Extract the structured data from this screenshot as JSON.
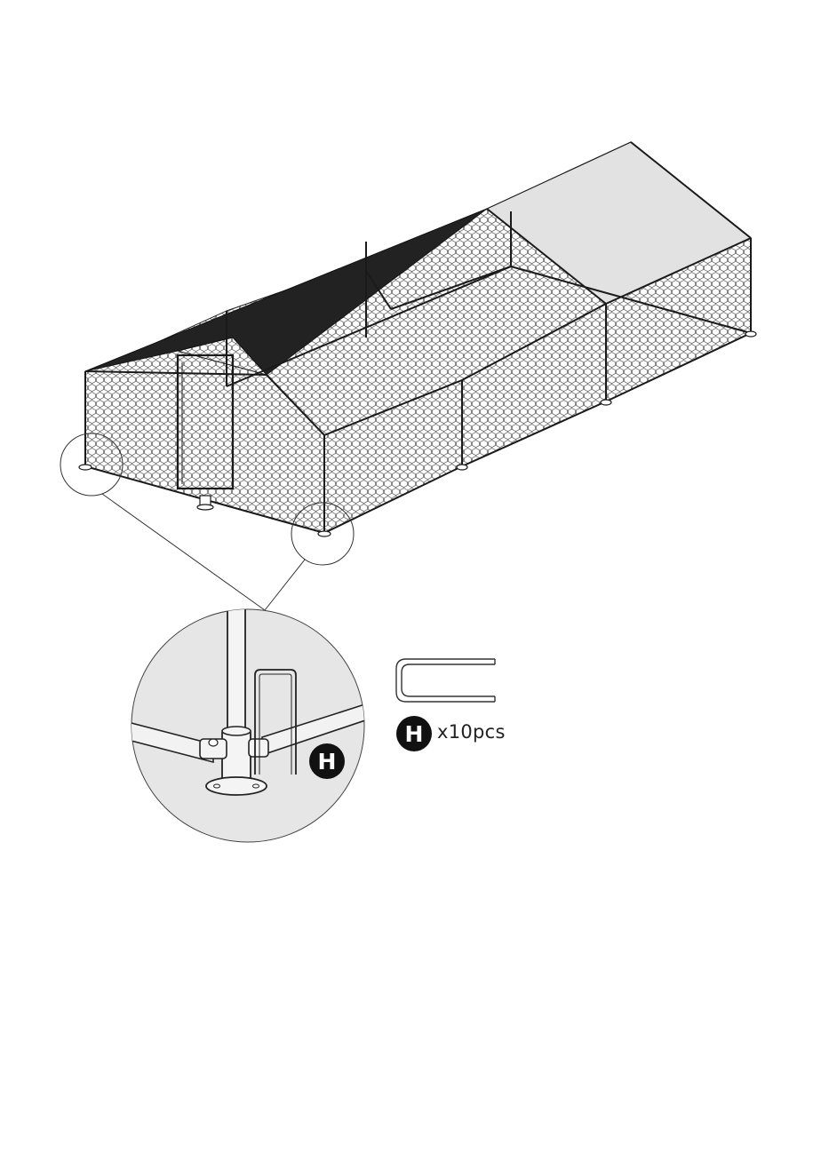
{
  "part": {
    "letter": "H",
    "quantity_label": "x10pcs"
  },
  "callout": {
    "letter": "H"
  },
  "colors": {
    "line": "#1a1a1a",
    "roof_dark": "#222222",
    "roof_light": "#e2e2e2",
    "detail_bg": "#e6e6e6",
    "badge": "#111111"
  }
}
